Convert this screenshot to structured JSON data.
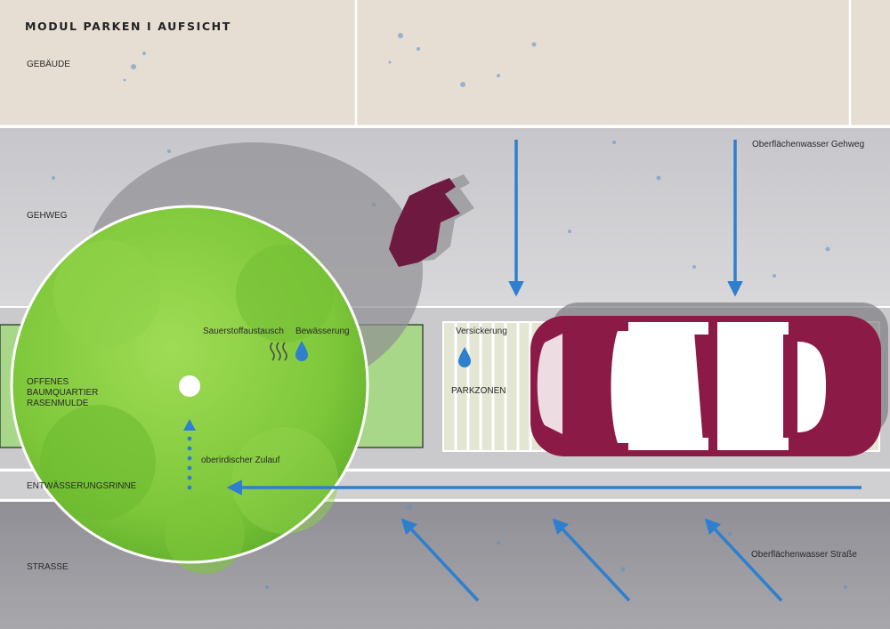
{
  "title": "MODUL PARKEN I AUFSICHT",
  "zones": {
    "building": "GEBÄUDE",
    "sidewalk": "GEHWEG",
    "tree_quarter": [
      "OFFENES",
      "BAUMQUARTIER",
      "RASENMULDE"
    ],
    "parking": "PARKZONEN",
    "gutter": "ENTWÄSSERUNGSRINNE",
    "street": "STRASSE"
  },
  "annotations": {
    "oxygen": "Sauerstoffaustausch",
    "irrigation": "Bewässerung",
    "infiltration": "Versickerung",
    "inflow": "oberirdischer Zulauf",
    "sidewalk_runoff": "Oberflächenwasser Gehweg",
    "street_runoff": "Oberflächenwasser Straße"
  },
  "icons": [
    "heat-waves-icon",
    "water-drop-icon",
    "pedestrian-icon",
    "car-icon"
  ],
  "colors": {
    "building": "#e6ddd3",
    "sidewalk": "#cfcfd3",
    "street": "#98989e",
    "tree": "#86cd3f",
    "water": "#2f7fcf",
    "car": "#8b1a46",
    "pedestrian": "#6e1a40"
  }
}
